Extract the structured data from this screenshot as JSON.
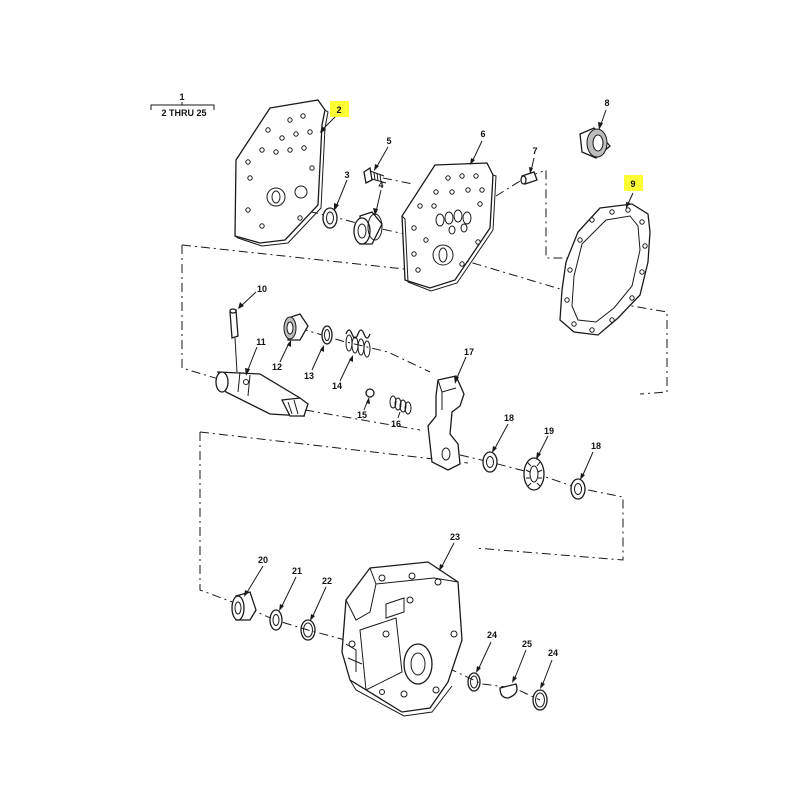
{
  "header": {
    "number": "1",
    "range": "2 THRU 25"
  },
  "highlight_color": "#ffff33",
  "callouts": {
    "c2": "2",
    "c3": "3",
    "c4": "4",
    "c5": "5",
    "c6": "6",
    "c7": "7",
    "c8": "8",
    "c9": "9",
    "c10": "10",
    "c11": "11",
    "c12": "12",
    "c13": "13",
    "c14": "14",
    "c15": "15",
    "c16": "16",
    "c17": "17",
    "c18a": "18",
    "c18b": "18",
    "c19": "19",
    "c20": "20",
    "c21": "21",
    "c22": "22",
    "c23": "23",
    "c24a": "24",
    "c24b": "24",
    "c25": "25"
  },
  "highlighted_callouts": [
    "2",
    "9"
  ]
}
